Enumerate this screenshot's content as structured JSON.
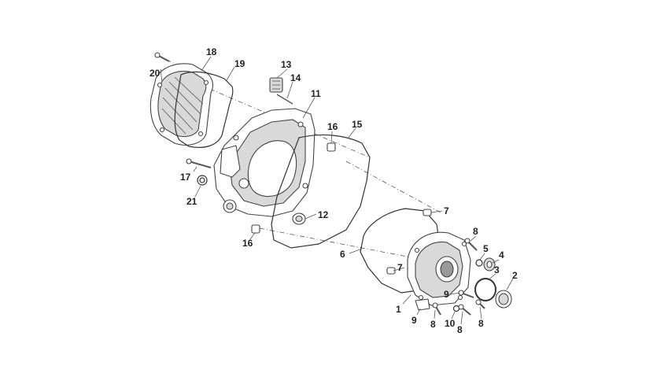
{
  "diagram": {
    "colors": {
      "line": "#444444",
      "fill": "#ffffff",
      "shade": "#d9d9d9",
      "label": "#222222"
    },
    "callouts": [
      {
        "id": "c20",
        "text": "20"
      },
      {
        "id": "c18",
        "text": "18"
      },
      {
        "id": "c19",
        "text": "19"
      },
      {
        "id": "c13",
        "text": "13"
      },
      {
        "id": "c14",
        "text": "14"
      },
      {
        "id": "c11",
        "text": "11"
      },
      {
        "id": "c16a",
        "text": "16"
      },
      {
        "id": "c15",
        "text": "15"
      },
      {
        "id": "c17",
        "text": "17"
      },
      {
        "id": "c21",
        "text": "21"
      },
      {
        "id": "c12",
        "text": "12"
      },
      {
        "id": "c16b",
        "text": "16"
      },
      {
        "id": "c7a",
        "text": "7"
      },
      {
        "id": "c8a",
        "text": "8"
      },
      {
        "id": "c6",
        "text": "6"
      },
      {
        "id": "c5",
        "text": "5"
      },
      {
        "id": "c4",
        "text": "4"
      },
      {
        "id": "c3",
        "text": "3"
      },
      {
        "id": "c7b",
        "text": "7"
      },
      {
        "id": "c2",
        "text": "2"
      },
      {
        "id": "c9a",
        "text": "9"
      },
      {
        "id": "c1",
        "text": "1"
      },
      {
        "id": "c9b",
        "text": "9"
      },
      {
        "id": "c8b",
        "text": "8"
      },
      {
        "id": "c10",
        "text": "10"
      },
      {
        "id": "c8c",
        "text": "8"
      },
      {
        "id": "c8d",
        "text": "8"
      }
    ]
  }
}
